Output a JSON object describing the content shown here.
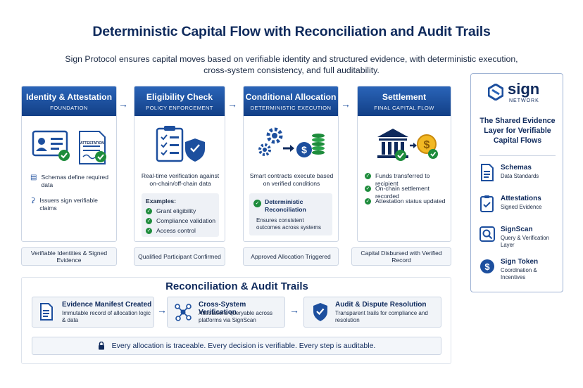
{
  "title": "Deterministic Capital Flow with Reconciliation and Audit Trails",
  "subtitle": "Sign Protocol ensures capital moves based on verifiable identity and structured evidence, with deterministic execution, cross-system consistency, and full auditability.",
  "colors": {
    "navy": "#0f2a5c",
    "blue": "#1d4f9e",
    "green": "#1e8c3c",
    "gold": "#e3a11a"
  },
  "stages": [
    {
      "title": "Identity & Attestation",
      "subtitle": "FOUNDATION",
      "icon_label": "ATTESTATION",
      "bullets": [
        {
          "icon": "document-list-icon",
          "text": "Schemas define required data"
        },
        {
          "icon": "share-nodes-icon",
          "text": "Issuers sign verifiable claims"
        }
      ],
      "footer": "Verifiable Identities & Signed Evidence"
    },
    {
      "title": "Eligibility Check",
      "subtitle": "POLICY ENFORCEMENT",
      "description": "Real-time verification against on-chain/off-chain data",
      "examples_title": "Examples:",
      "examples": [
        "Grant eligibility",
        "Compliance validation",
        "Access control"
      ],
      "footer": "Qualified Participant Confirmed"
    },
    {
      "title": "Conditional Allocation",
      "subtitle": "DETERMINISTIC EXECUTION",
      "description": "Smart contracts execute based on verified conditions",
      "box_title": "Deterministic Reconciliation",
      "box_text": "Ensures consistent outcomes across systems",
      "footer": "Approved Allocation Triggered"
    },
    {
      "title": "Settlement",
      "subtitle": "FINAL CAPITAL FLOW",
      "bullets": [
        "Funds transferred to recipient",
        "On-chain settlement recorded",
        "Attestation status updated"
      ],
      "footer": "Capital Disbursed with Verified Record"
    }
  ],
  "reconciliation": {
    "title": "Reconciliation & Audit Trails",
    "items": [
      {
        "title": "Evidence Manifest Created",
        "text": "Immutable record of allocation logic & data"
      },
      {
        "title": "Cross-System Verification",
        "text": "Attestations queryable across platforms via SignScan"
      },
      {
        "title": "Audit & Dispute Resolution",
        "text": "Transparent trails for compliance and resolution"
      }
    ],
    "banner": "Every allocation is traceable. Every decision is verifiable. Every step is auditable."
  },
  "sidebar": {
    "logo_word": "sign",
    "logo_sub": "NETWORK",
    "heading": "The Shared Evidence Layer for Verifiable Capital Flows",
    "items": [
      {
        "title": "Schemas",
        "text": "Data Standards"
      },
      {
        "title": "Attestations",
        "text": "Signed Evidence"
      },
      {
        "title": "SignScan",
        "text": "Query & Verification Layer"
      },
      {
        "title": "Sign Token",
        "text": "Coordination & Incentives"
      }
    ]
  }
}
